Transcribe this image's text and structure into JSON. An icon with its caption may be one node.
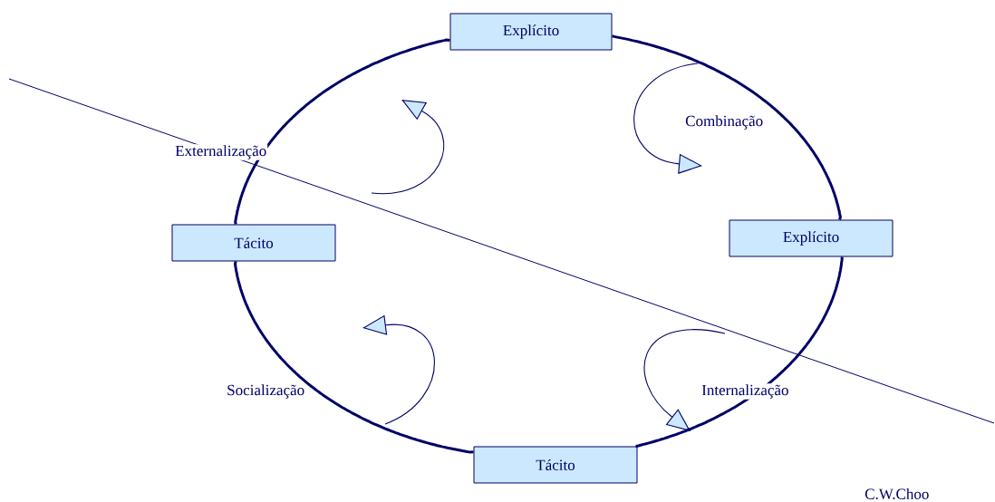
{
  "diagram": {
    "nodes": [
      {
        "text": [
          "Explícito"
        ]
      },
      {
        "text": [
          "Explícito"
        ]
      },
      {
        "text": [
          "Tácito"
        ]
      },
      {
        "text": [
          "Tácito"
        ]
      }
    ],
    "edges": [
      {
        "from": 0,
        "to": 1,
        "arrow": "none"
      },
      {
        "from": 1,
        "to": 2,
        "arrow": "none"
      },
      {
        "from": 2,
        "to": 3,
        "arrow": "none"
      },
      {
        "from": 3,
        "to": 0,
        "arrow": "none"
      }
    ],
    "labels": [
      "Combinação",
      "Externalização",
      "Socialização",
      "Internalização",
      "C.W.Choo"
    ]
  }
}
